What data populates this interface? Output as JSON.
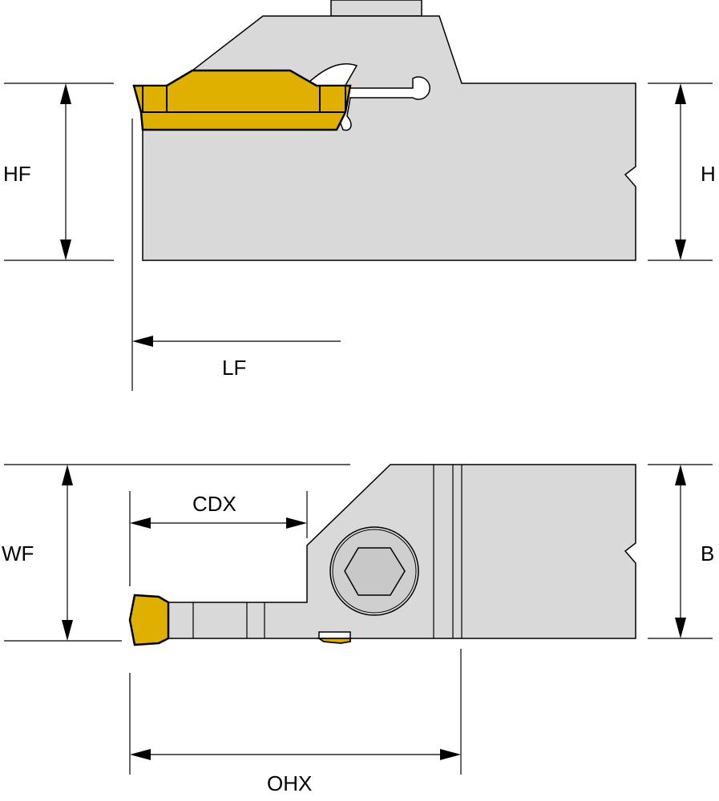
{
  "colors": {
    "body": "#d9d9d9",
    "insert": "#e0b000",
    "line": "#000000",
    "background": "#ffffff"
  },
  "labels": {
    "hf": "HF",
    "h": "H",
    "lf": "LF",
    "wf": "WF",
    "b": "B",
    "cdx": "CDX",
    "ohx": "OHX"
  }
}
